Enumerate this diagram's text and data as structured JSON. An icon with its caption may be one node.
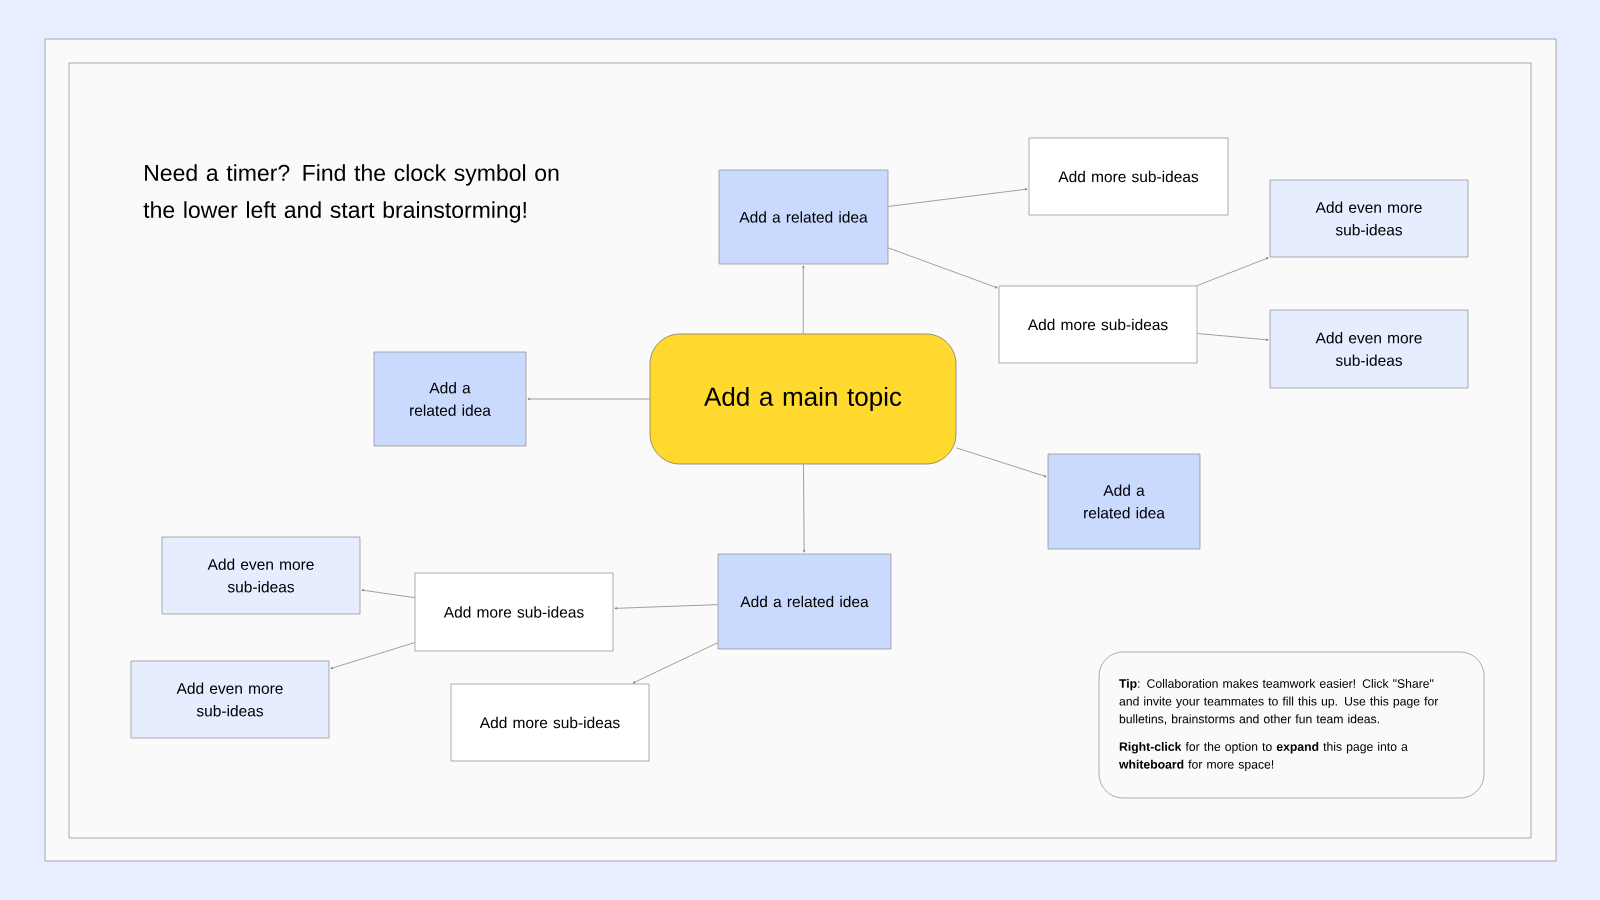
{
  "diagram": {
    "nodes": [
      {
        "text": [
          "Add a main topic"
        ]
      },
      {
        "text": [
          "Add a related idea"
        ]
      },
      {
        "text": [
          "Add more sub-ideas"
        ]
      },
      {
        "text": [
          "Add even more sub-ideas"
        ]
      },
      {
        "text": [
          "Add more sub-ideas"
        ]
      },
      {
        "text": [
          "Add even more sub-ideas"
        ]
      },
      {
        "text": [
          "Add a related idea"
        ]
      },
      {
        "text": [
          "Add a related idea"
        ]
      },
      {
        "text": [
          "Add even more sub-ideas"
        ]
      },
      {
        "text": [
          "Add more sub-ideas"
        ]
      },
      {
        "text": [
          "Add a related idea"
        ]
      },
      {
        "text": [
          "Add even more sub-ideas"
        ]
      },
      {
        "text": [
          "Add more sub-ideas"
        ]
      },
      {
        "text": [
          "**Tip**: Collaboration makes teamwork easier! Click \"Share\" and invite your teammates to fill this up. Use this page for bulletins, brainstorms and other fun team ideas.",
          "**Right-click** for the option to **expand** this page into a **whiteboard** for more space!"
        ]
      }
    ],
    "edges": [
      {
        "from": 0,
        "to": 1,
        "arrow": "to"
      },
      {
        "from": 1,
        "to": 2,
        "arrow": "to"
      },
      {
        "from": 1,
        "to": 4,
        "arrow": "to"
      },
      {
        "from": 4,
        "to": 3,
        "arrow": "to"
      },
      {
        "from": 4,
        "to": 5,
        "arrow": "to"
      },
      {
        "from": 0,
        "to": 6,
        "arrow": "to"
      },
      {
        "from": 0,
        "to": 7,
        "arrow": "to"
      },
      {
        "from": 0,
        "to": 10,
        "arrow": "to"
      },
      {
        "from": 10,
        "to": 9,
        "arrow": "to"
      },
      {
        "from": 10,
        "to": 12,
        "arrow": "to"
      },
      {
        "from": 9,
        "to": 8,
        "arrow": "to"
      },
      {
        "from": 9,
        "to": 11,
        "arrow": "to"
      }
    ],
    "labels": [
      "Need a timer? Find the clock symbol on the lower left and start brainstorming!"
    ]
  }
}
